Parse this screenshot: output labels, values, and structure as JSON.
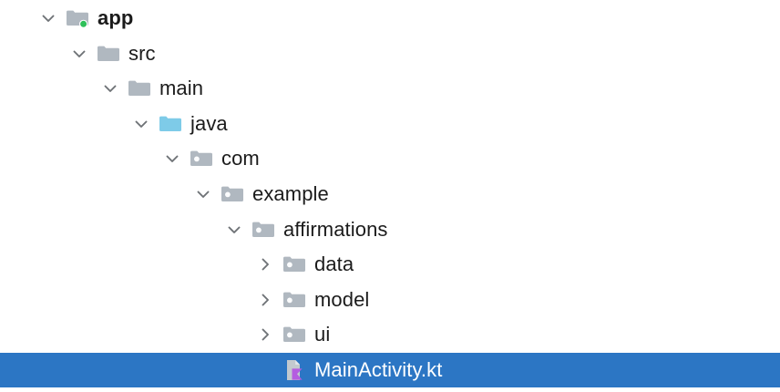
{
  "theme": {
    "background": "#ffffff",
    "selection_background": "#2c76c4",
    "selection_text": "#ffffff",
    "text": "#1b1b1b",
    "folder_gray": "#b0b8c0",
    "source_folder_blue": "#7ecbe8",
    "module_badge_green": "#2fc05a",
    "chevron_gray": "#6e7276",
    "kotlin_purple": "#b45ce0",
    "kotlin_file_gray": "#c3c9ce"
  },
  "tree": {
    "name": "project-tree",
    "nodes": [
      {
        "label": "app",
        "depth": 0,
        "toggle": "chevron-down-icon",
        "icon": "module-folder-icon",
        "bold": true,
        "selected": false,
        "badge": "green-dot"
      },
      {
        "label": "src",
        "depth": 1,
        "toggle": "chevron-down-icon",
        "icon": "folder-icon",
        "bold": false,
        "selected": false,
        "badge": ""
      },
      {
        "label": "main",
        "depth": 2,
        "toggle": "chevron-down-icon",
        "icon": "folder-icon",
        "bold": false,
        "selected": false,
        "badge": ""
      },
      {
        "label": "java",
        "depth": 3,
        "toggle": "chevron-down-icon",
        "icon": "source-folder-icon",
        "bold": false,
        "selected": false,
        "badge": ""
      },
      {
        "label": "com",
        "depth": 4,
        "toggle": "chevron-down-icon",
        "icon": "package-icon",
        "bold": false,
        "selected": false,
        "badge": ""
      },
      {
        "label": "example",
        "depth": 5,
        "toggle": "chevron-down-icon",
        "icon": "package-icon",
        "bold": false,
        "selected": false,
        "badge": ""
      },
      {
        "label": "affirmations",
        "depth": 6,
        "toggle": "chevron-down-icon",
        "icon": "package-icon",
        "bold": false,
        "selected": false,
        "badge": ""
      },
      {
        "label": "data",
        "depth": 7,
        "toggle": "chevron-right-icon",
        "icon": "package-icon",
        "bold": false,
        "selected": false,
        "badge": ""
      },
      {
        "label": "model",
        "depth": 7,
        "toggle": "chevron-right-icon",
        "icon": "package-icon",
        "bold": false,
        "selected": false,
        "badge": ""
      },
      {
        "label": "ui",
        "depth": 7,
        "toggle": "chevron-right-icon",
        "icon": "package-icon",
        "bold": false,
        "selected": false,
        "badge": ""
      },
      {
        "label": "MainActivity.kt",
        "depth": 7,
        "toggle": "none",
        "icon": "kotlin-file-icon",
        "bold": false,
        "selected": true,
        "badge": ""
      }
    ]
  }
}
